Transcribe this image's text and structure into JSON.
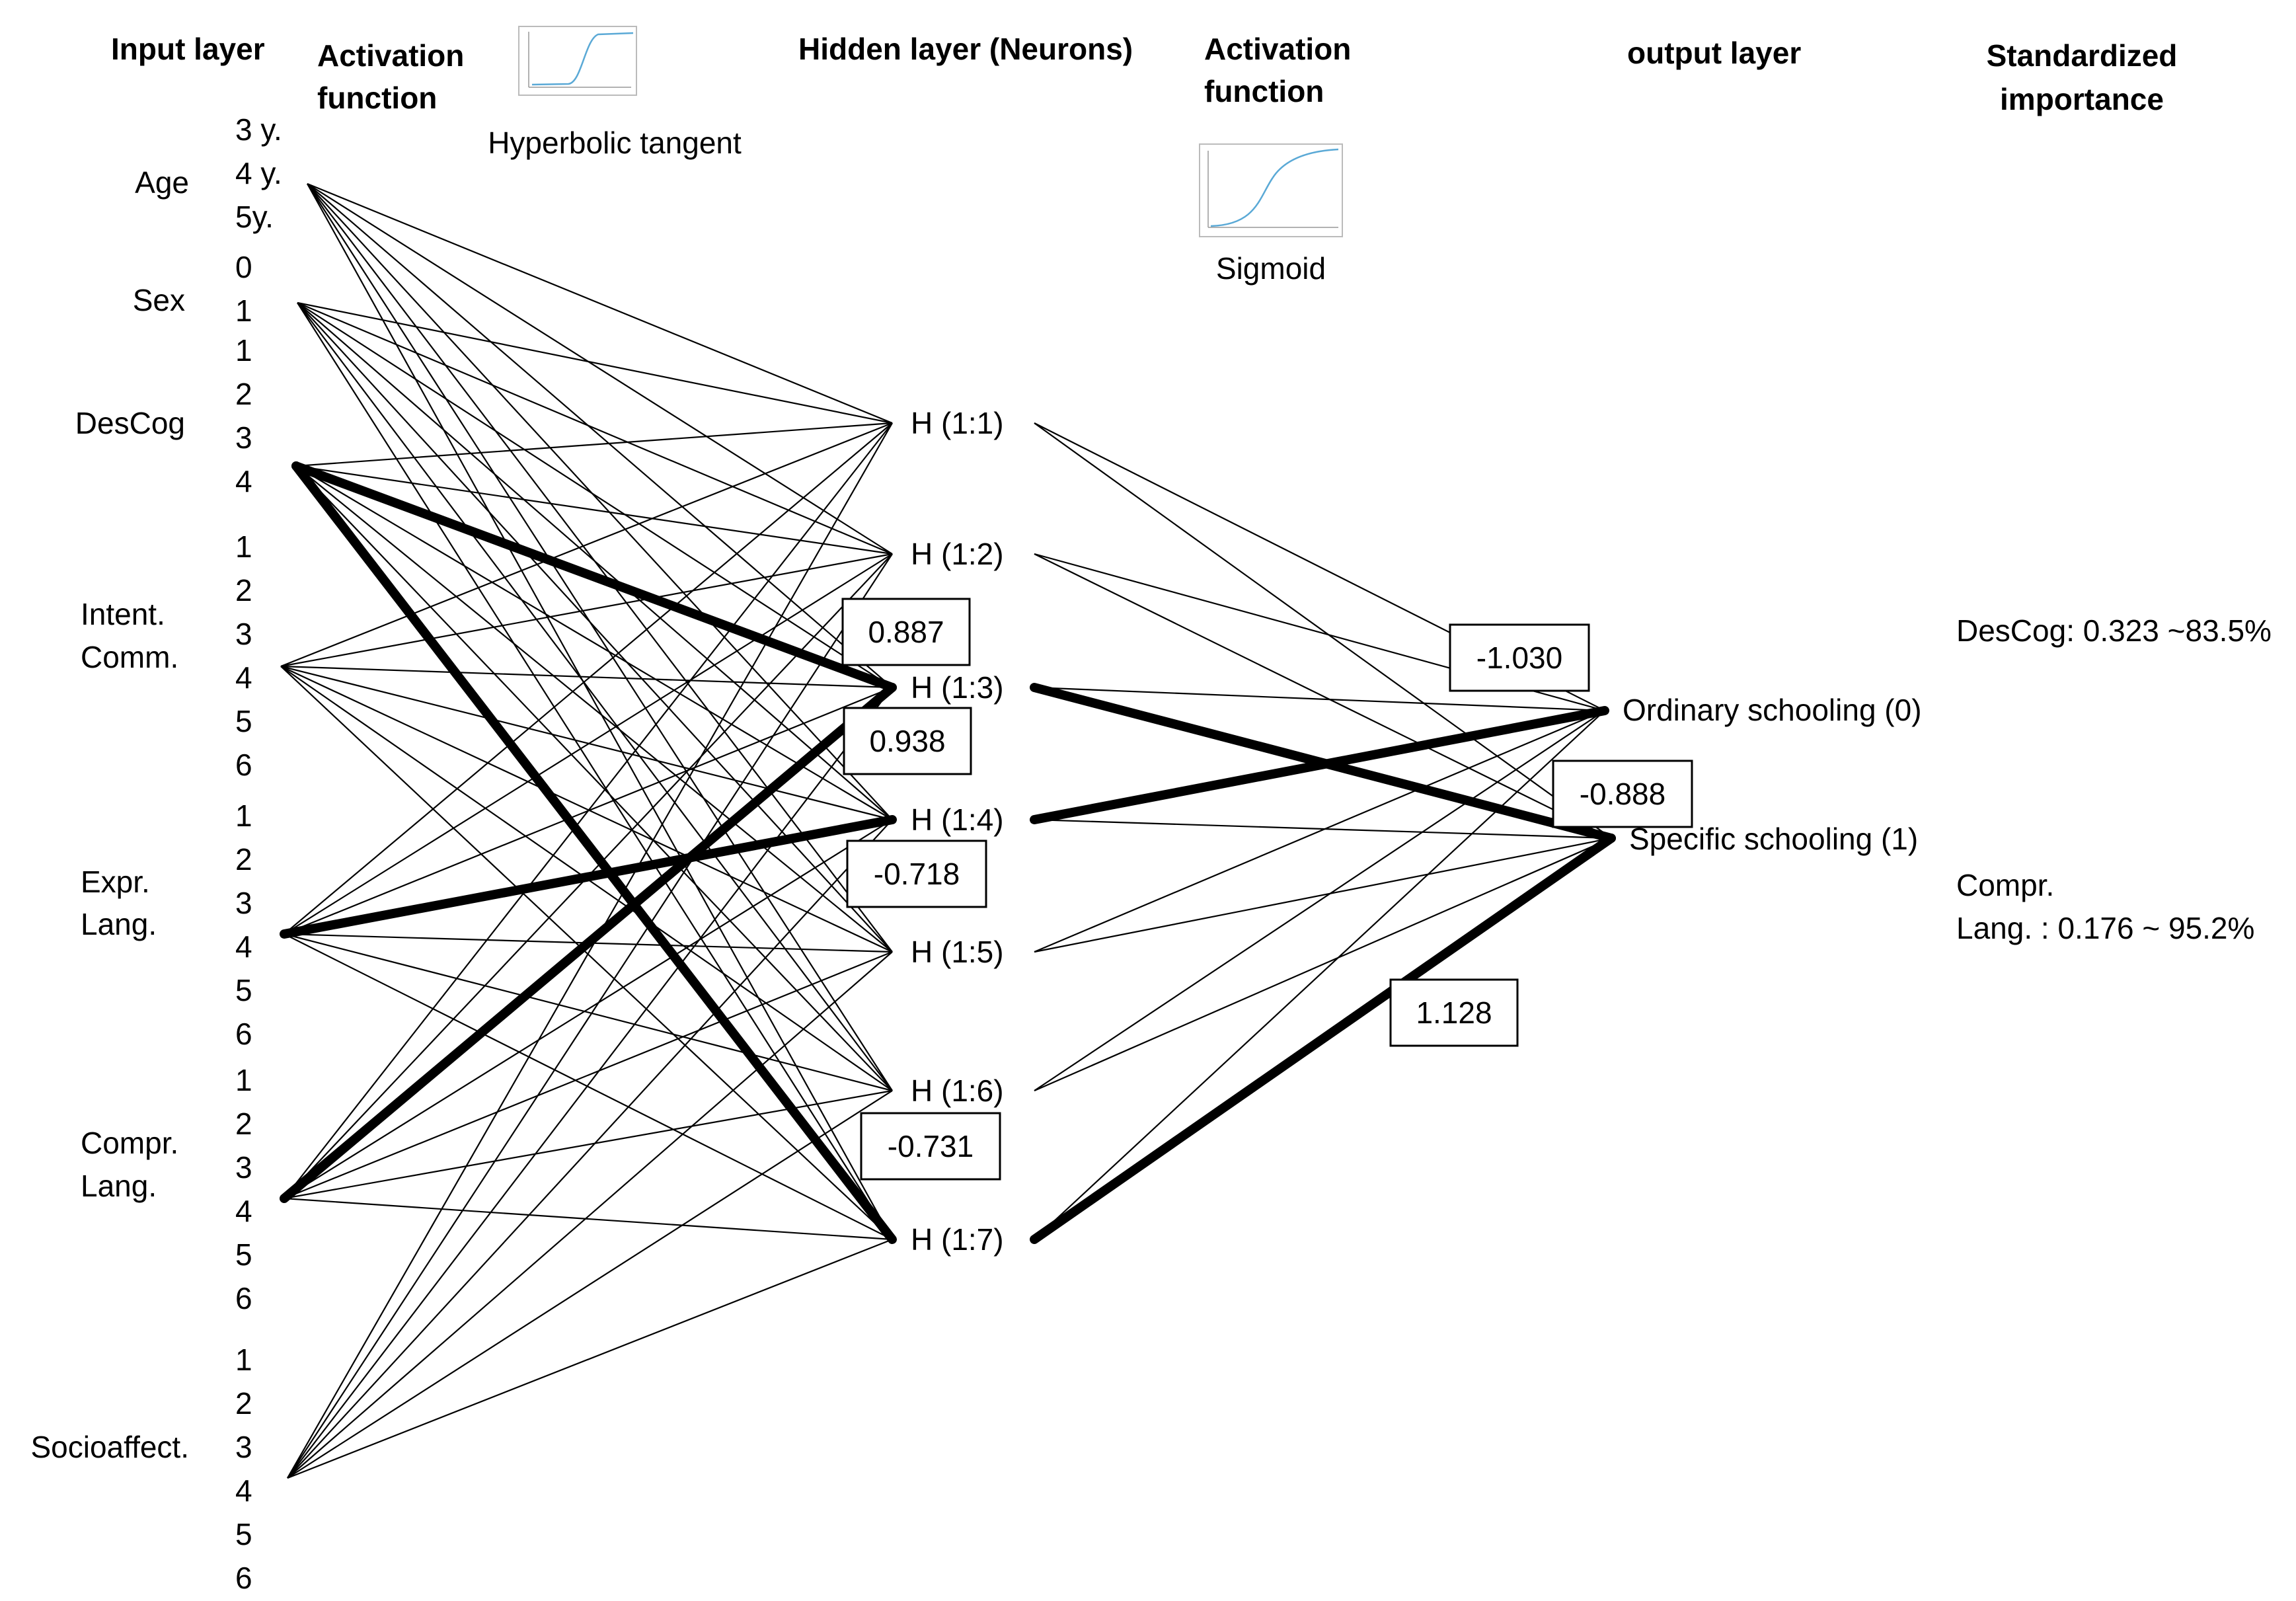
{
  "headers": {
    "input_layer": "Input layer",
    "activation_1_line1": "Activation",
    "activation_1_line2": "function",
    "hidden_layer": "Hidden layer (Neurons)",
    "activation_2_line1": "Activation",
    "activation_2_line2": "function",
    "output_layer": "output layer",
    "importance_line1": "Standardized",
    "importance_line2": "importance"
  },
  "activation_functions": {
    "hidden": "Hyperbolic tangent",
    "output": "Sigmoid"
  },
  "inputs": [
    {
      "name_lines": [
        "Age"
      ],
      "levels": [
        "3 y.",
        "4 y.",
        "5y."
      ]
    },
    {
      "name_lines": [
        "Sex"
      ],
      "levels": [
        "0",
        "1"
      ]
    },
    {
      "name_lines": [
        "DesCog"
      ],
      "levels": [
        "1",
        "2",
        "3",
        "4"
      ]
    },
    {
      "name_lines": [
        "Intent.",
        "Comm."
      ],
      "levels": [
        "1",
        "2",
        "3",
        "4",
        "5",
        "6"
      ]
    },
    {
      "name_lines": [
        "Expr.",
        "Lang."
      ],
      "levels": [
        "1",
        "2",
        "3",
        "4",
        "5",
        "6"
      ]
    },
    {
      "name_lines": [
        "Compr.",
        "Lang."
      ],
      "levels": [
        "1",
        "2",
        "3",
        "4",
        "5",
        "6"
      ]
    },
    {
      "name_lines": [
        "Socioaffect."
      ],
      "levels": [
        "1",
        "2",
        "3",
        "4",
        "5",
        "6"
      ]
    }
  ],
  "hidden_nodes": [
    "H (1:1)",
    "H (1:2)",
    "H (1:3)",
    "H (1:4)",
    "H (1:5)",
    "H (1:6)",
    "H (1:7)"
  ],
  "output_nodes": [
    "Ordinary schooling  (0)",
    "Specific schooling  (1)"
  ],
  "weights": {
    "desCog_h3": "0.887",
    "comprLang_h3": "0.938",
    "exprLang_h4": "-0.718",
    "desCog_h7": "-0.731",
    "h4_ordinary": "-1.030",
    "h3_specific": "-0.888",
    "h7_specific": "1.128"
  },
  "importance": {
    "descog": "DesCog: 0.323 ~83.5%",
    "compr_line1": "Compr.",
    "compr_line2": "Lang. : 0.176 ~ 95.2%"
  }
}
